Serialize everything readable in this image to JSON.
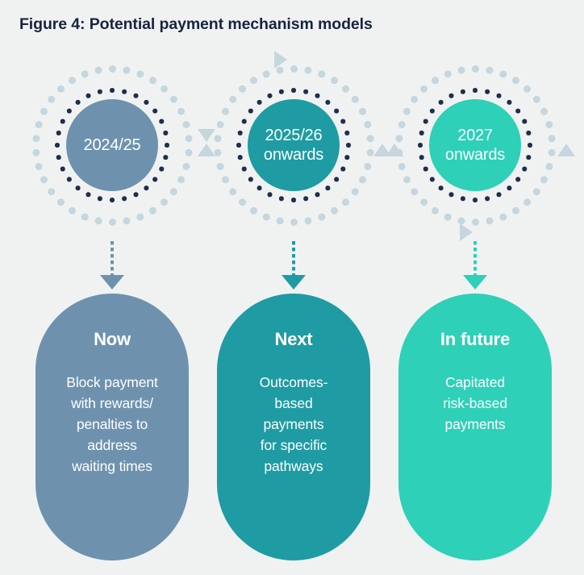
{
  "figure": {
    "title": "Figure 4: Potential payment mechanism models",
    "background_color": "#f0f2f2",
    "title_color": "#18243f"
  },
  "colors": {
    "stage_1": "#6e92ae",
    "stage_2": "#1f9ba3",
    "stage_3": "#2ed0b7",
    "ring_outer_dot": "#c5d6de",
    "ring_inner_dot": "#1f2e4d",
    "text_on_fill": "#ffffff"
  },
  "stages": [
    {
      "id": "stage-now",
      "period": "2024/25",
      "heading": "Now",
      "body": "Block payment\nwith rewards/\npenalties to\naddress\nwaiting times",
      "color": "#6e92ae"
    },
    {
      "id": "stage-next",
      "period": "2025/26\nonwards",
      "heading": "Next",
      "body": "Outcomes-\nbased\npayments\nfor specific\npathways",
      "color": "#1f9ba3"
    },
    {
      "id": "stage-future",
      "period": "2027\nonwards",
      "heading": "In future",
      "body": "Capitated\nrisk-based\npayments",
      "color": "#2ed0b7"
    }
  ],
  "decorations": {
    "ring_outer_dot_count": 34,
    "ring_inner_dot_count": 28,
    "markers": [
      {
        "name": "hourglass-marker-between-stage-1-and-2",
        "shape": "hourglass"
      },
      {
        "name": "arrow-right-marker-stage-2-top",
        "shape": "arrow-right"
      },
      {
        "name": "arrow-up-marker-between-stage-2-and-3",
        "shape": "arrow-up"
      },
      {
        "name": "arrow-up-marker-stage-3-left",
        "shape": "arrow-up"
      },
      {
        "name": "arrow-right-marker-stage-3-bottom",
        "shape": "arrow-right"
      }
    ]
  }
}
